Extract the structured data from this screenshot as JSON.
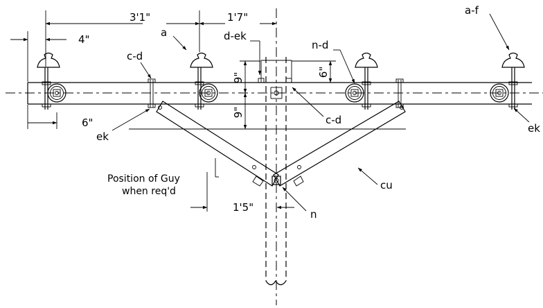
{
  "labels": {
    "dim_3_1": "3'1\"",
    "dim_1_7": "1'7\"",
    "dim_4": "4\"",
    "dim_6_bottom": "6\"",
    "dim_9_top": "9\"",
    "dim_9_bottom": "9\"",
    "dim_6_vertical": "6\"",
    "dim_1_5": "1'5\"",
    "a": "a",
    "a_f": "a-f",
    "c_d_left": "c-d",
    "c_d_right": "c-d",
    "d_ek": "d-ek",
    "n_d": "n-d",
    "ek_left": "ek",
    "ek_right": "ek",
    "cu": "cu",
    "n": "n",
    "guy_line1": "Position of Guy",
    "guy_line2": "when req'd"
  }
}
